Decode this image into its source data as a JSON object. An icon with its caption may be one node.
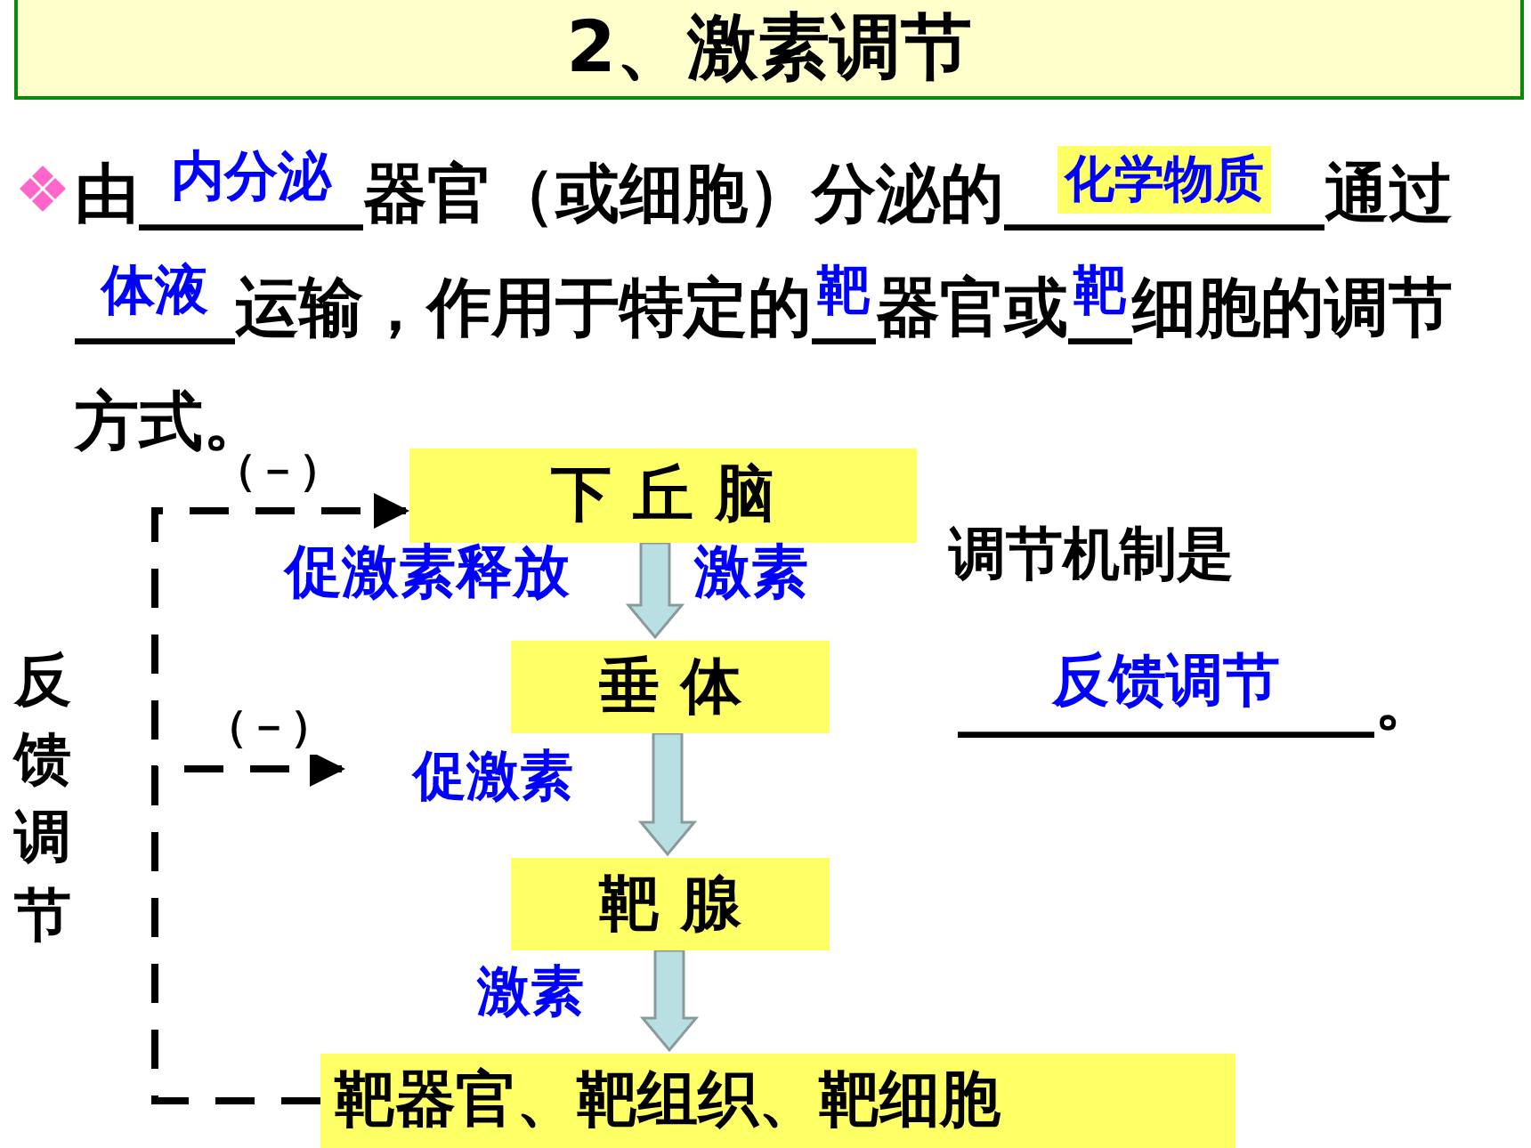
{
  "diagram": {
    "title": "2、激素调节",
    "nodes": [
      {
        "text": [
          "下 丘 脑"
        ]
      },
      {
        "text": [
          "垂 体"
        ]
      },
      {
        "text": [
          "靶 腺"
        ]
      },
      {
        "text": [
          "靶器官、靶组织、靶细胞"
        ]
      }
    ],
    "edges": [
      {
        "from": 0,
        "to": 1,
        "arrow": "to"
      },
      {
        "from": 1,
        "to": 2,
        "arrow": "to",
        "label": "促激素"
      },
      {
        "from": 2,
        "to": 3,
        "arrow": "to",
        "label": "激素"
      },
      {
        "from": 3,
        "to": 0,
        "arrow": "to",
        "style": "dashed",
        "label": "（－）"
      },
      {
        "from": 3,
        "to": null,
        "arrow": "to",
        "style": "dashed",
        "label": "（－）"
      }
    ],
    "labels": [
      "由_______器官（或细胞）分泌的__________通过_____运输，作用于特定的__器官或__细胞的调节方式。",
      "内分泌",
      "化学物质",
      "体液",
      "靶",
      "靶",
      "促激素释放",
      "激素",
      "调节机制是",
      "反馈调节",
      "_____________。",
      "反馈调节"
    ]
  }
}
